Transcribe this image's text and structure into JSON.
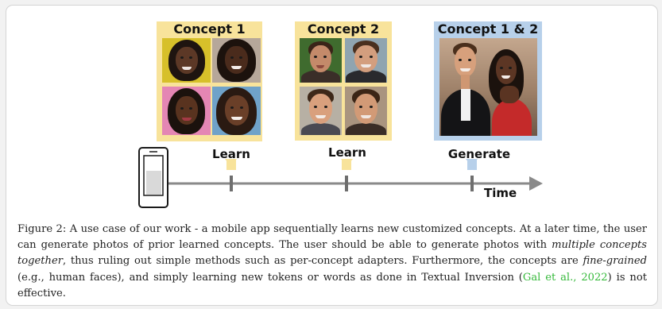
{
  "figure": {
    "panels": [
      {
        "title": "Concept 1",
        "label": "Learn",
        "color": "#f8e39b"
      },
      {
        "title": "Concept 2",
        "label": "Learn",
        "color": "#f8e39b"
      },
      {
        "title": "Concept 1 & 2",
        "label": "Generate",
        "color": "#b7d0ea"
      }
    ],
    "timeline_label": "Time",
    "device_icon": "smartphone-icon",
    "images": [
      "woman-portrait-1",
      "woman-portrait-2",
      "woman-portrait-3",
      "woman-portrait-4",
      "man-portrait-1",
      "man-portrait-2",
      "man-portrait-3",
      "man-portrait-4",
      "couple-generated-photo"
    ]
  },
  "caption": {
    "prefix": "Figure 2: A use case of our work - a mobile app sequentially learns new customized concepts. At a later time, the user can generate photos of prior learned concepts. The user should be able to generate photos with ",
    "emph1": "multiple concepts together",
    "mid1": ", thus ruling out simple methods such as per-concept adapters. Furthermore, the concepts are ",
    "emph2": "fine-grained",
    "mid2": " (e.g., human faces), and simply learning new tokens or words as done in Textual Inversion (",
    "cite": "Gal et al., 2022",
    "suffix": ") is not effective."
  }
}
